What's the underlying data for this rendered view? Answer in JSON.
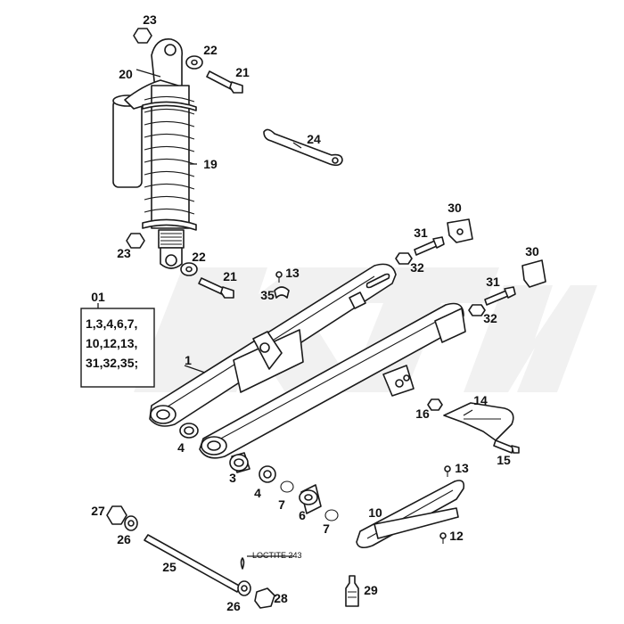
{
  "labels": {
    "l23a": "23",
    "l22a": "22",
    "l21a": "21",
    "l20": "20",
    "l19": "19",
    "l24": "24",
    "l23b": "23",
    "l22b": "22",
    "l21b": "21",
    "l13a": "13",
    "l35": "35",
    "l30a": "30",
    "l31a": "31",
    "l32a": "32",
    "l30b": "30",
    "l31b": "31",
    "l32b": "32",
    "l1": "1",
    "l14": "14",
    "l16": "16",
    "l15": "15",
    "l4a": "4",
    "l3": "3",
    "l4b": "4",
    "l7a": "7",
    "l6": "6",
    "l7b": "7",
    "l13b": "13",
    "l10": "10",
    "l12": "12",
    "l27": "27",
    "l26a": "26",
    "l25": "25",
    "l26b": "26",
    "l28": "28",
    "l29": "29"
  },
  "kit": {
    "label": "01",
    "lines": [
      "1,3,4,6,7,",
      "10,12,13,",
      "31,32,35;"
    ]
  },
  "annotation": "LOCTITE 243"
}
